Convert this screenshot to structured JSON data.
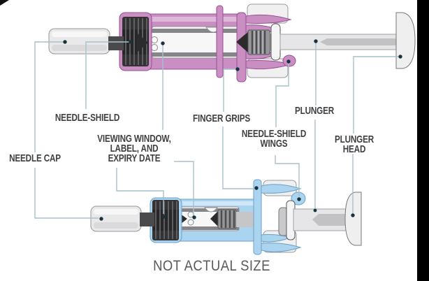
{
  "figure": {
    "labels": {
      "needle_shield": "NEEDLE-SHIELD",
      "needle_cap": "NEEDLE CAP",
      "viewing_window": [
        "VIEWING WINDOW,",
        "LABEL, AND",
        "EXPIRY DATE"
      ],
      "finger_grips": "FINGER GRIPS",
      "plunger": "PLUNGER",
      "needle_shield_wings": [
        "NEEDLE-SHIELD",
        "WINGS"
      ],
      "plunger_head": [
        "PLUNGER",
        "HEAD"
      ]
    },
    "caption": "NOT ACTUAL SIZE"
  },
  "colors": {
    "pink": "#C98FC3",
    "pink_outline": "#9C4E94",
    "blue": "#ABD4F0",
    "blue_outline": "#6D9FC5",
    "dark_part": "#2B2B2D",
    "metal_gray": "#E9E9EA",
    "label_text": "#3F3F41",
    "caption_text": "#595A5C",
    "leader_line": "#A7C1CC",
    "leader_dot": "#17333E",
    "black_bar": "#000000"
  }
}
